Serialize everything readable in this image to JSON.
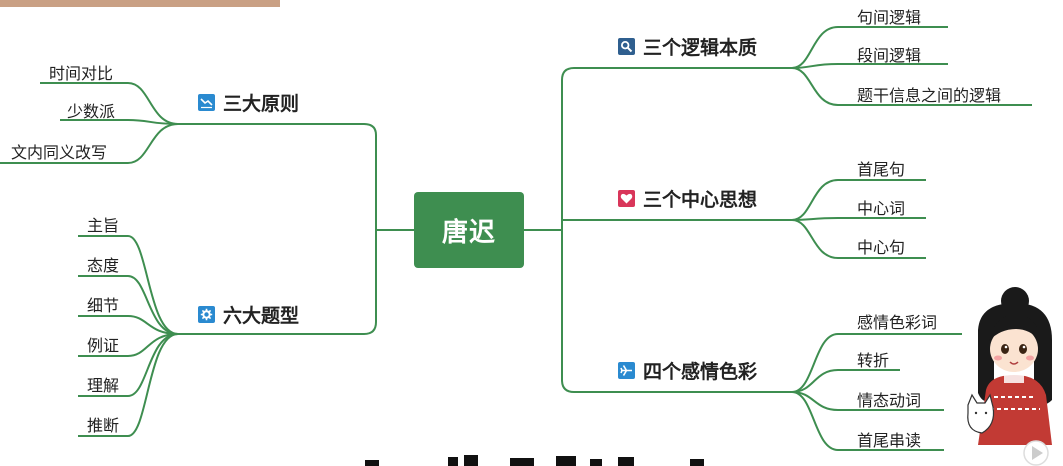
{
  "root": {
    "label": "唐迟"
  },
  "branches": [
    {
      "label": "三个逻辑本质",
      "icon": "magnifier-icon",
      "color": "#2f5f8f",
      "leaves": [
        "句间逻辑",
        "段间逻辑",
        "题干信息之间的逻辑"
      ]
    },
    {
      "label": "三个中心思想",
      "icon": "heart-icon",
      "color": "#d9365a",
      "leaves": [
        "首尾句",
        "中心词",
        "中心句"
      ]
    },
    {
      "label": "四个感情色彩",
      "icon": "airplane-icon",
      "color": "#2a8ad0",
      "leaves": [
        "感情色彩词",
        "转折",
        "情态动词",
        "首尾串读"
      ]
    },
    {
      "label": "三大原则",
      "icon": "chart-icon",
      "color": "#2a8ad0",
      "leaves": [
        "时间对比",
        "少数派",
        "文内同义改写"
      ]
    },
    {
      "label": "六大题型",
      "icon": "gear-icon",
      "color": "#2a8ad0",
      "leaves": [
        "主旨",
        "态度",
        "细节",
        "例证",
        "理解",
        "推断"
      ]
    }
  ]
}
